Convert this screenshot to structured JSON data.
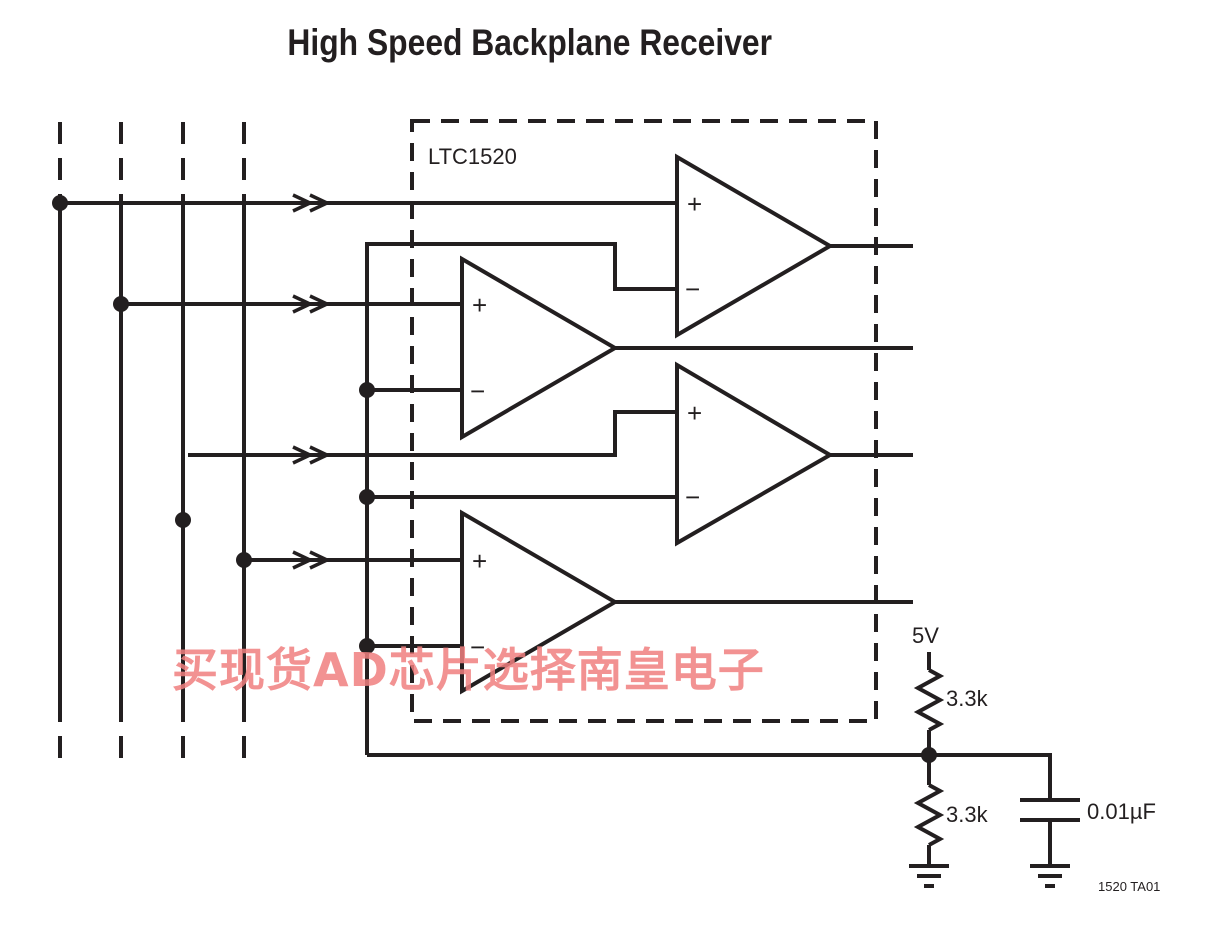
{
  "title": "High Speed Backplane Receiver",
  "chip_label": "LTC1520",
  "supply_label": "5V",
  "resistor_top_label": "3.3k",
  "resistor_bottom_label": "3.3k",
  "capacitor_label": "0.01µF",
  "figure_ref": "1520 TA01",
  "watermark": "买现货AD芯片选择南皇电子",
  "plus_symbol": "+",
  "minus_symbol": "−",
  "colors": {
    "line": "#231f20",
    "watermark": "#f08080"
  }
}
